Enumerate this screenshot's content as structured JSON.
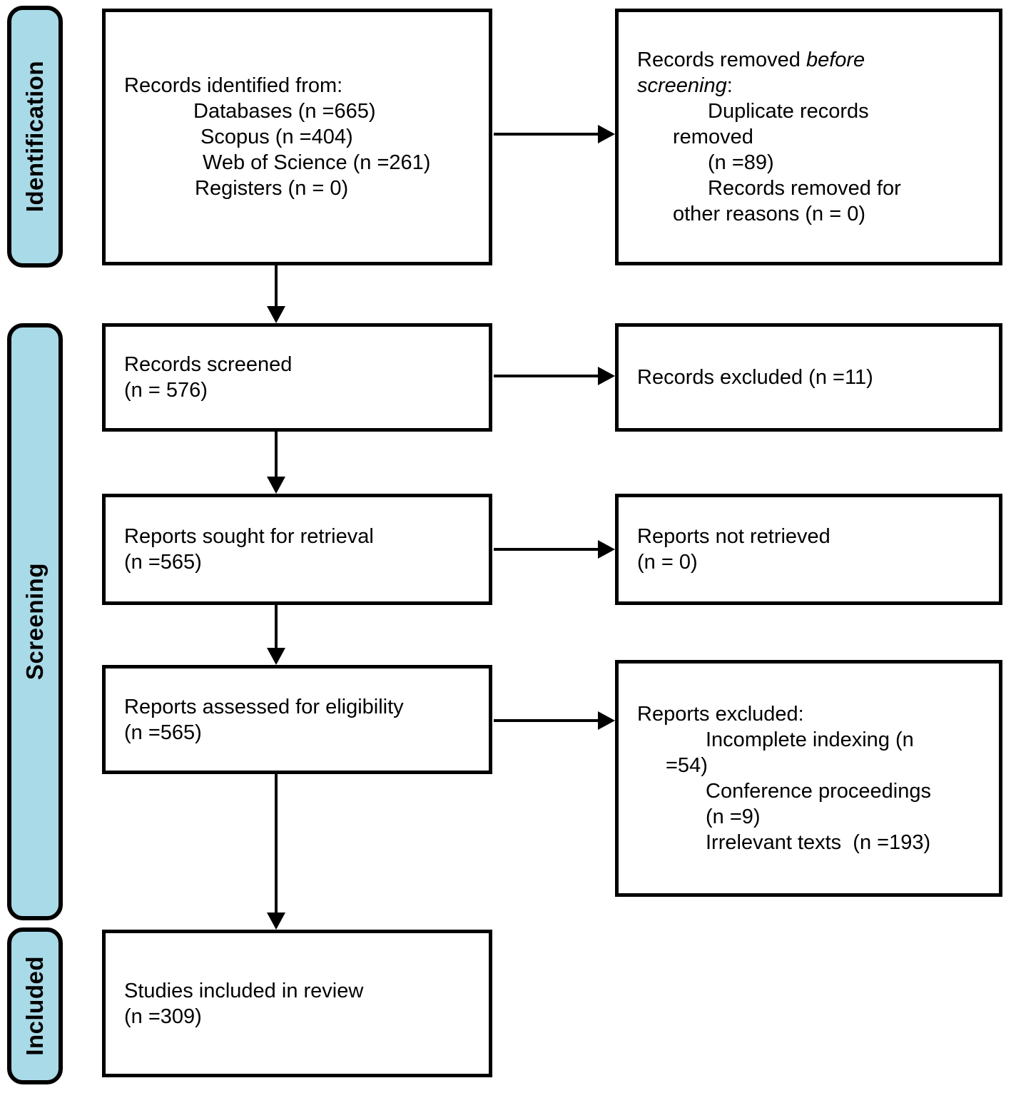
{
  "colors": {
    "stage_fill": "#A9DAE8",
    "line": "#000000",
    "box_bg": "#FFFFFF",
    "text": "#000000"
  },
  "stages": {
    "identification": "Identification",
    "screening": "Screening",
    "included": "Included"
  },
  "boxes": {
    "identified": {
      "lines": [
        "Records identified from:",
        "Databases (n =665)",
        "Scopus (n =404)",
        "Web of Science (n =261)",
        "Registers (n = 0)"
      ]
    },
    "removed_before_screening": {
      "line1_normal": "Records removed ",
      "line1_italic": "before",
      "line2_italic": "screening",
      "line2_suffix": ":",
      "lines": [
        "Duplicate records",
        "removed",
        "(n =89)",
        "Records removed for",
        "other reasons (n = 0)"
      ]
    },
    "screened": {
      "lines": [
        "Records screened",
        "(n = 576)"
      ]
    },
    "records_excluded": {
      "lines": [
        "Records excluded (n =11)"
      ]
    },
    "sought": {
      "lines": [
        "Reports sought for retrieval",
        "(n =565)"
      ]
    },
    "not_retrieved": {
      "lines": [
        "Reports not retrieved",
        "(n = 0)"
      ]
    },
    "assessed": {
      "lines": [
        "Reports assessed for eligibility",
        "(n =565)"
      ]
    },
    "reports_excluded": {
      "lines": [
        "Reports excluded:",
        "Incomplete indexing (n",
        "=54)",
        "Conference proceedings",
        "(n =9)",
        "Irrelevant texts  (n =193)"
      ]
    },
    "included_in_review": {
      "lines": [
        "Studies included in review",
        "(n =309)"
      ]
    }
  }
}
